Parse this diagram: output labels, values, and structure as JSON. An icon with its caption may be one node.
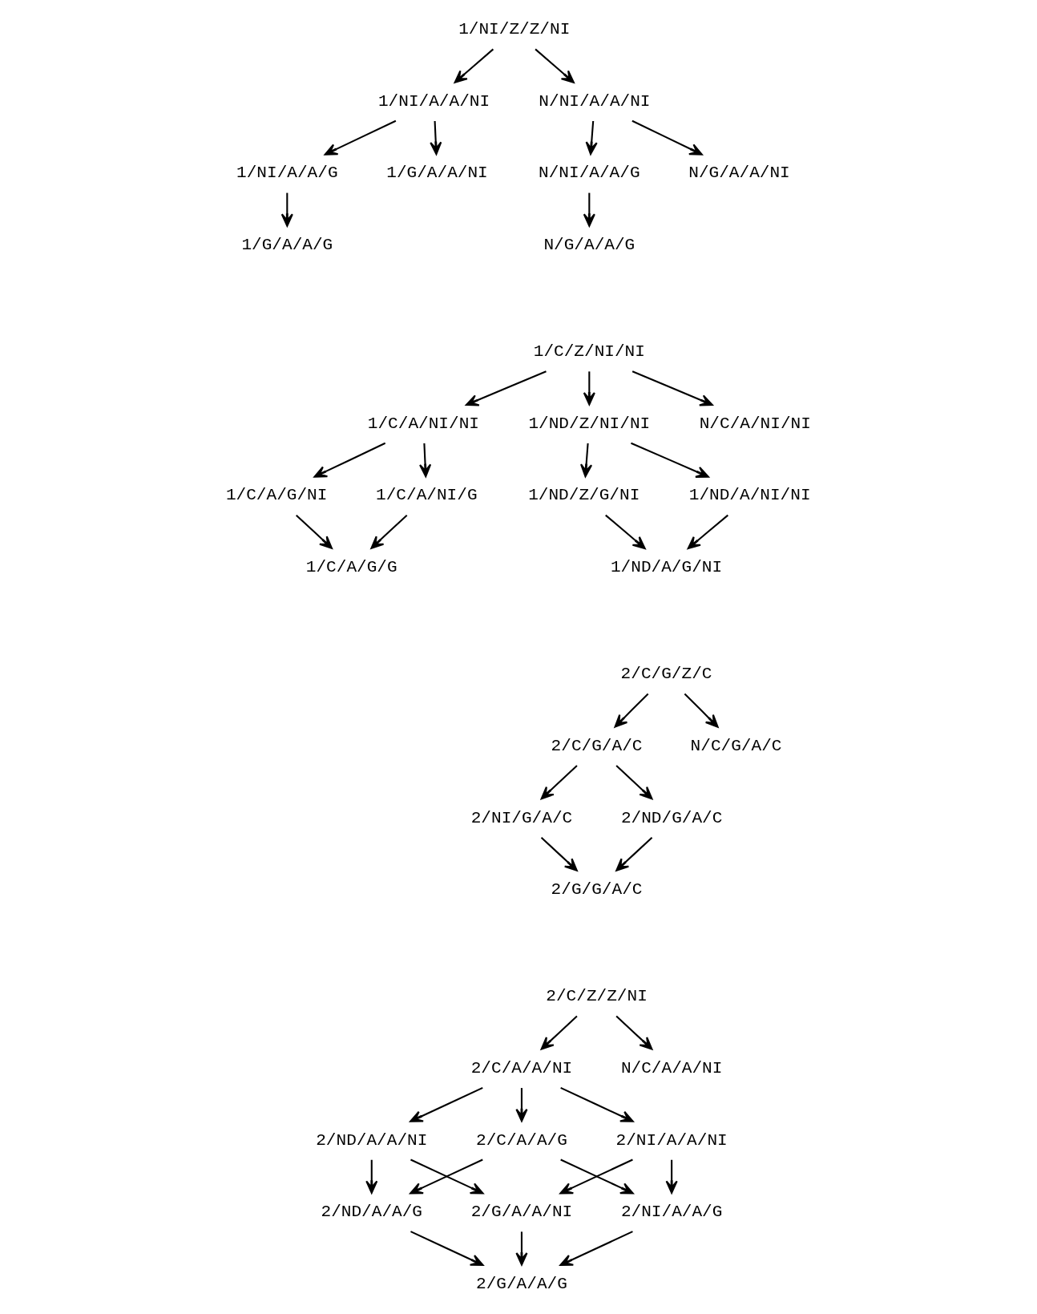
{
  "diagram": {
    "nodes": [
      {
        "text": [
          "1/NI/Z/Z/NI"
        ]
      },
      {
        "text": [
          "1/NI/A/A/NI"
        ]
      },
      {
        "text": [
          "N/NI/A/A/NI"
        ]
      },
      {
        "text": [
          "1/NI/A/A/G"
        ]
      },
      {
        "text": [
          "1/G/A/A/NI"
        ]
      },
      {
        "text": [
          "N/NI/A/A/G"
        ]
      },
      {
        "text": [
          "N/G/A/A/NI"
        ]
      },
      {
        "text": [
          "1/G/A/A/G"
        ]
      },
      {
        "text": [
          "N/G/A/A/G"
        ]
      },
      {
        "text": [
          "1/C/Z/NI/NI"
        ]
      },
      {
        "text": [
          "1/C/A/NI/NI"
        ]
      },
      {
        "text": [
          "1/ND/Z/NI/NI"
        ]
      },
      {
        "text": [
          "N/C/A/NI/NI"
        ]
      },
      {
        "text": [
          "1/C/A/G/NI"
        ]
      },
      {
        "text": [
          "1/C/A/NI/G"
        ]
      },
      {
        "text": [
          "1/ND/Z/G/NI"
        ]
      },
      {
        "text": [
          "1/ND/A/NI/NI"
        ]
      },
      {
        "text": [
          "1/C/A/G/G"
        ]
      },
      {
        "text": [
          "1/ND/A/G/NI"
        ]
      },
      {
        "text": [
          "2/C/G/Z/C"
        ]
      },
      {
        "text": [
          "2/C/G/A/C"
        ]
      },
      {
        "text": [
          "N/C/G/A/C"
        ]
      },
      {
        "text": [
          "2/NI/G/A/C"
        ]
      },
      {
        "text": [
          "2/ND/G/A/C"
        ]
      },
      {
        "text": [
          "2/G/G/A/C"
        ]
      },
      {
        "text": [
          "2/C/Z/Z/NI"
        ]
      },
      {
        "text": [
          "2/C/A/A/NI"
        ]
      },
      {
        "text": [
          "N/C/A/A/NI"
        ]
      },
      {
        "text": [
          "2/C/A/A/G"
        ]
      },
      {
        "text": [
          "2/ND/A/A/NI"
        ]
      },
      {
        "text": [
          "2/NI/A/A/NI"
        ]
      },
      {
        "text": [
          "2/ND/A/A/G"
        ]
      },
      {
        "text": [
          "2/G/A/A/NI"
        ]
      },
      {
        "text": [
          "2/NI/A/A/G"
        ]
      },
      {
        "text": [
          "2/G/A/A/G"
        ]
      }
    ],
    "edges": [
      {
        "from": 0,
        "to": 1,
        "arrow": "to"
      },
      {
        "from": 0,
        "to": 2,
        "arrow": "to"
      },
      {
        "from": 1,
        "to": 3,
        "arrow": "to"
      },
      {
        "from": 1,
        "to": 4,
        "arrow": "to"
      },
      {
        "from": 2,
        "to": 5,
        "arrow": "to"
      },
      {
        "from": 2,
        "to": 6,
        "arrow": "to"
      },
      {
        "from": 3,
        "to": 7,
        "arrow": "to"
      },
      {
        "from": 5,
        "to": 8,
        "arrow": "to"
      },
      {
        "from": 9,
        "to": 10,
        "arrow": "to"
      },
      {
        "from": 9,
        "to": 11,
        "arrow": "to"
      },
      {
        "from": 9,
        "to": 12,
        "arrow": "to"
      },
      {
        "from": 10,
        "to": 13,
        "arrow": "to"
      },
      {
        "from": 10,
        "to": 14,
        "arrow": "to"
      },
      {
        "from": 11,
        "to": 15,
        "arrow": "to"
      },
      {
        "from": 11,
        "to": 16,
        "arrow": "to"
      },
      {
        "from": 13,
        "to": 17,
        "arrow": "to"
      },
      {
        "from": 14,
        "to": 17,
        "arrow": "to"
      },
      {
        "from": 15,
        "to": 18,
        "arrow": "to"
      },
      {
        "from": 16,
        "to": 18,
        "arrow": "to"
      },
      {
        "from": 19,
        "to": 20,
        "arrow": "to"
      },
      {
        "from": 19,
        "to": 21,
        "arrow": "to"
      },
      {
        "from": 20,
        "to": 22,
        "arrow": "to"
      },
      {
        "from": 20,
        "to": 23,
        "arrow": "to"
      },
      {
        "from": 22,
        "to": 24,
        "arrow": "to"
      },
      {
        "from": 23,
        "to": 24,
        "arrow": "to"
      },
      {
        "from": 25,
        "to": 26,
        "arrow": "to"
      },
      {
        "from": 25,
        "to": 27,
        "arrow": "to"
      },
      {
        "from": 26,
        "to": 28,
        "arrow": "to"
      },
      {
        "from": 26,
        "to": 29,
        "arrow": "to"
      },
      {
        "from": 26,
        "to": 30,
        "arrow": "to"
      },
      {
        "from": 28,
        "to": 31,
        "arrow": "to"
      },
      {
        "from": 28,
        "to": 33,
        "arrow": "to"
      },
      {
        "from": 29,
        "to": 31,
        "arrow": "to"
      },
      {
        "from": 29,
        "to": 32,
        "arrow": "to"
      },
      {
        "from": 30,
        "to": 32,
        "arrow": "to"
      },
      {
        "from": 30,
        "to": 33,
        "arrow": "to"
      },
      {
        "from": 31,
        "to": 34,
        "arrow": "to"
      },
      {
        "from": 32,
        "to": 34,
        "arrow": "to"
      },
      {
        "from": 33,
        "to": 34,
        "arrow": "to"
      }
    ]
  }
}
